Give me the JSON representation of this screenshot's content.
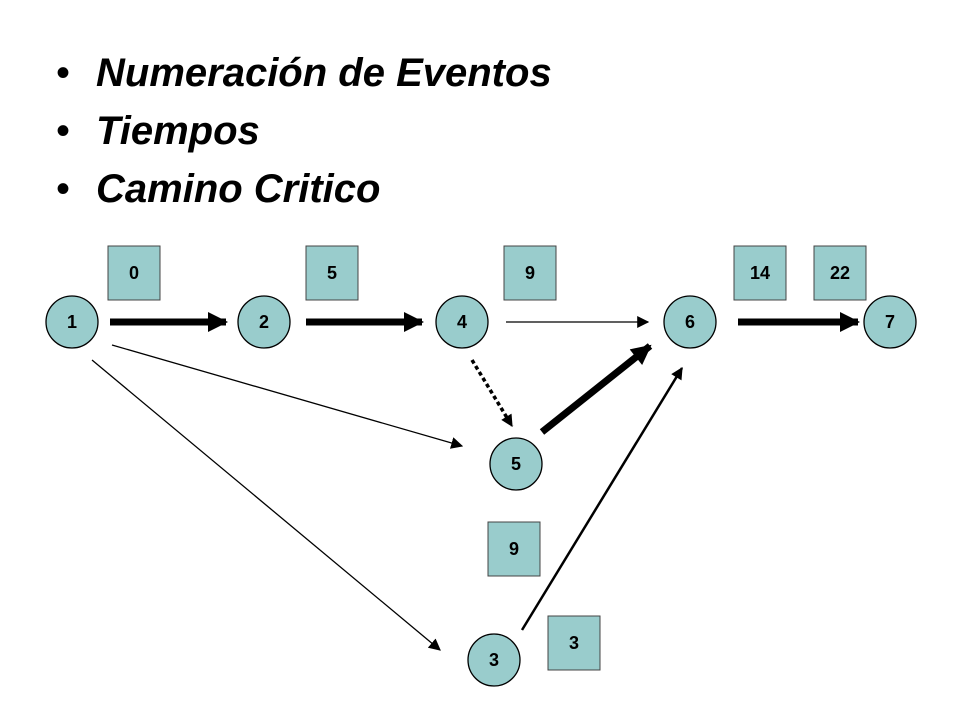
{
  "bullets": [
    "Numeración de Eventos",
    "Tiempos",
    "Camino Critico"
  ],
  "nodes": [
    {
      "id": "1",
      "label": "1"
    },
    {
      "id": "2",
      "label": "2"
    },
    {
      "id": "4",
      "label": "4"
    },
    {
      "id": "6",
      "label": "6"
    },
    {
      "id": "7",
      "label": "7"
    },
    {
      "id": "5",
      "label": "5"
    },
    {
      "id": "3",
      "label": "3"
    }
  ],
  "time_boxes": [
    {
      "node": "1",
      "value": "0"
    },
    {
      "node": "2",
      "value": "5"
    },
    {
      "node": "4",
      "value": "9"
    },
    {
      "node": "6",
      "value": "14"
    },
    {
      "node": "7",
      "value": "22"
    },
    {
      "node": "5",
      "value": "9"
    },
    {
      "node": "3",
      "value": "3"
    }
  ],
  "edges": [
    {
      "from": "1",
      "to": "2",
      "style": "critical"
    },
    {
      "from": "2",
      "to": "4",
      "style": "critical"
    },
    {
      "from": "4",
      "to": "6",
      "style": "normal"
    },
    {
      "from": "6",
      "to": "7",
      "style": "critical"
    },
    {
      "from": "4",
      "to": "5",
      "style": "dummy"
    },
    {
      "from": "1",
      "to": "5",
      "style": "normal"
    },
    {
      "from": "5",
      "to": "6",
      "style": "critical"
    },
    {
      "from": "1",
      "to": "3",
      "style": "normal"
    },
    {
      "from": "3",
      "to": "6",
      "style": "normal"
    }
  ],
  "colors": {
    "node_fill": "#99cccc",
    "box_fill": "#99cccc",
    "arrow": "#000000"
  }
}
